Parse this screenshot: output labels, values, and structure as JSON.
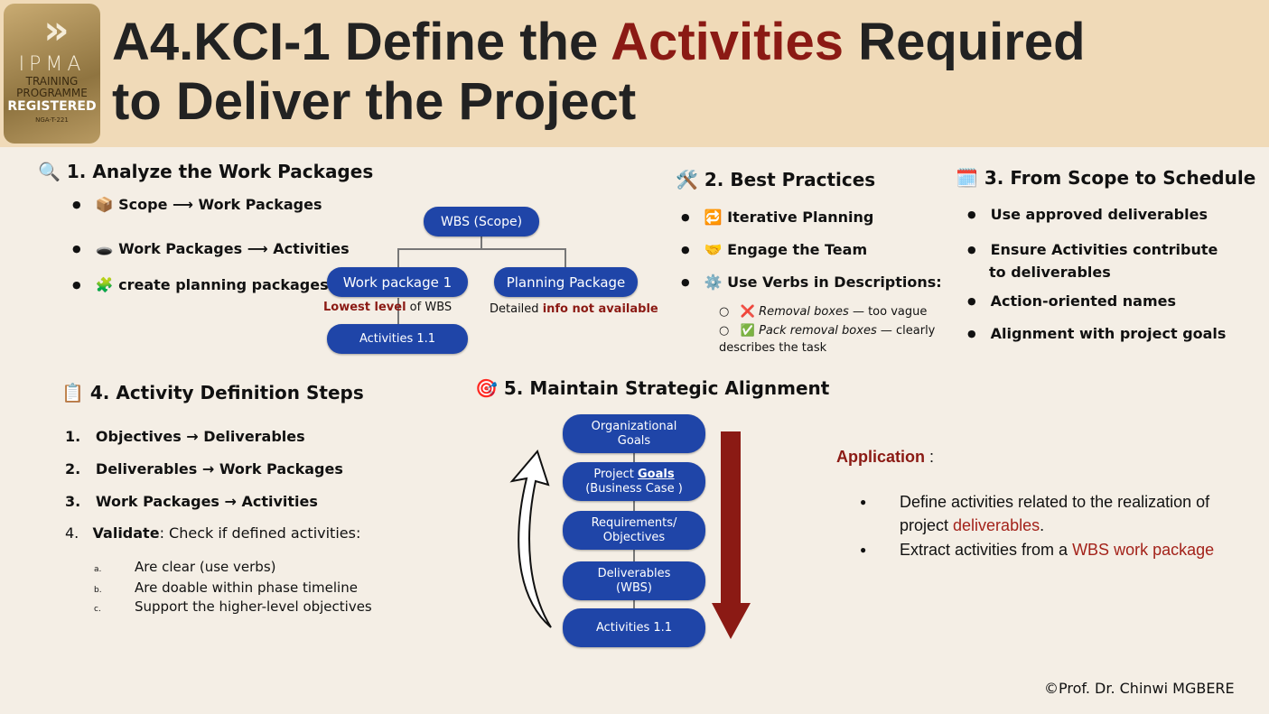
{
  "logo": {
    "top": "IPMA",
    "line1": "TRAINING",
    "line2": "PROGRAMME",
    "line3": "REGISTERED",
    "code": "NGA-T-221"
  },
  "title": {
    "part1": "A4.KCI-1 Define the ",
    "highlight": "Activities",
    "part2": " Required",
    "line2": "to Deliver the Project"
  },
  "s1": {
    "icon": "🔍",
    "title": "1. Analyze the Work Packages",
    "items": [
      {
        "icon": "📦",
        "text": "Scope ⟶ Work Packages"
      },
      {
        "icon": "🕳️",
        "text": "Work Packages ⟶ Activities"
      },
      {
        "icon": "🧩",
        "text": "create planning packages"
      }
    ],
    "diagram": {
      "root": "WBS (Scope)",
      "wp": "Work package 1",
      "pp": "Planning Package",
      "act": "Activities 1.1",
      "wp_note_red": "Lowest level",
      "wp_note": " of WBS",
      "pp_note": "Detailed ",
      "pp_note_red": "info not available"
    }
  },
  "s2": {
    "icon": "🛠️",
    "title": "2. Best Practices",
    "items": [
      {
        "icon": "🔁",
        "text": "Iterative Planning"
      },
      {
        "icon": "🤝",
        "text": "Engage the Team"
      },
      {
        "icon": "⚙️",
        "text": "Use Verbs in Descriptions:"
      }
    ],
    "sub": [
      {
        "icon": "❌",
        "em": "Removal boxes",
        "text": " — too vague"
      },
      {
        "icon": "✅",
        "em": "Pack removal boxes",
        "text": " — clearly describes the task"
      }
    ]
  },
  "s3": {
    "icon": "🗓️",
    "title": "3. From Scope to Schedule",
    "items": [
      "Use approved deliverables",
      "Ensure Activities contribute to deliverables",
      "Action-oriented names",
      "Alignment with project goals"
    ]
  },
  "s4": {
    "icon": "📋",
    "title": "4. Activity Definition Steps",
    "steps": [
      "Objectives → Deliverables",
      "Deliverables → Work Packages",
      "Work Packages → Activities"
    ],
    "validate_bold": "Validate",
    "validate_rest": ": Check if defined activities:",
    "sub": [
      {
        "marker": "a.",
        "text": "Are clear (use verbs)"
      },
      {
        "marker": "b.",
        "text": "Are doable within phase timeline"
      },
      {
        "marker": "c.",
        "text": "Support the higher-level objectives"
      }
    ]
  },
  "s5": {
    "icon": "🎯",
    "title": "5. Maintain Strategic Alignment",
    "pills": [
      [
        "Organizational",
        "Goals"
      ],
      [
        "Project ",
        "Goals",
        "(Business Case )"
      ],
      [
        "Requirements/",
        "Objectives"
      ],
      [
        "Deliverables",
        "(WBS)"
      ],
      [
        "Activities 1.1"
      ]
    ]
  },
  "app": {
    "label": "Application",
    "colon": " :",
    "b1a": "Define activities related to the realization of project ",
    "b1red": "deliverables",
    "b1b": ".",
    "b2a": "Extract activities from a ",
    "b2red": "WBS work package"
  },
  "footer": "©Prof. Dr. Chinwi MGBERE",
  "colors": {
    "blue": "#1f45a8",
    "red": "#8b1a14"
  }
}
